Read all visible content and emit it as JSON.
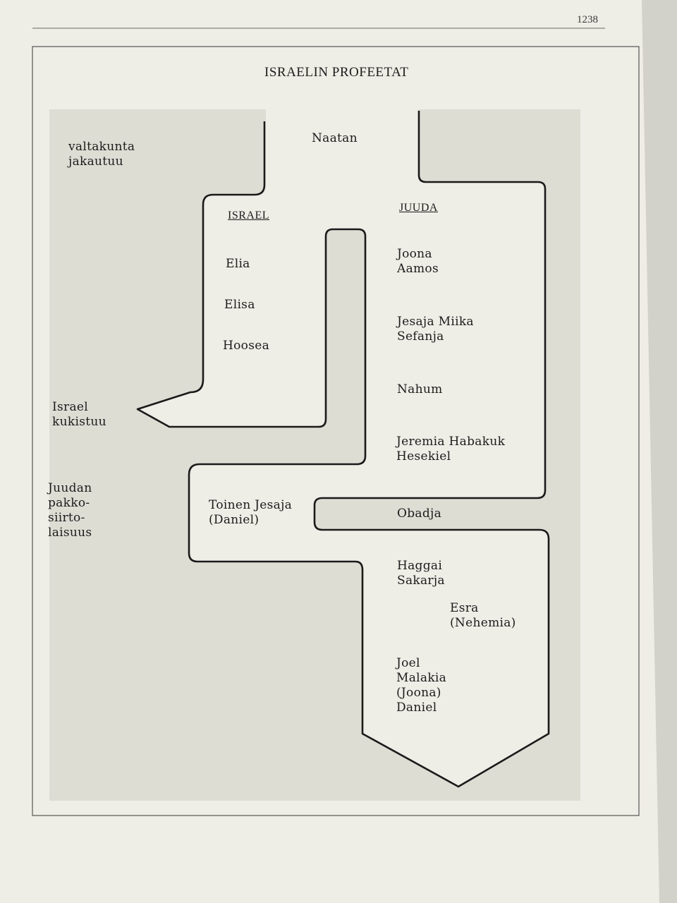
{
  "page_number": "1238",
  "title": "ISRAELIN PROFEETAT",
  "timeline": {
    "divided": "valtakunta\njakautuu",
    "israel_fall": "Israel\nkukistuu",
    "exile": "Juudan\npakko-\nsiirto-\nlaisuus"
  },
  "united": {
    "prophet": "Naatan"
  },
  "israel": {
    "header": "ISRAEL",
    "prophets": [
      "Elia",
      "Elisa",
      "Hoosea"
    ]
  },
  "judah": {
    "header": "JUUDA",
    "groups": [
      "Joona\nAamos",
      "Jesaja Miika\nSefanja",
      "Nahum",
      "Jeremia Habakuk\nHesekiel"
    ]
  },
  "exile_branch": "Toinen Jesaja\n(Daniel)",
  "obadiah": "Obadja",
  "post_exile": {
    "group1": "Haggai\nSakarja",
    "group2": "Esra\n(Nehemia)",
    "group3": "Joel\nMalakia\n(Joona)\nDaniel"
  },
  "colors": {
    "page": "#eeede6",
    "band": "#deddd4",
    "shape_fill": "#eeede6",
    "outline": "#1a1a1a"
  }
}
